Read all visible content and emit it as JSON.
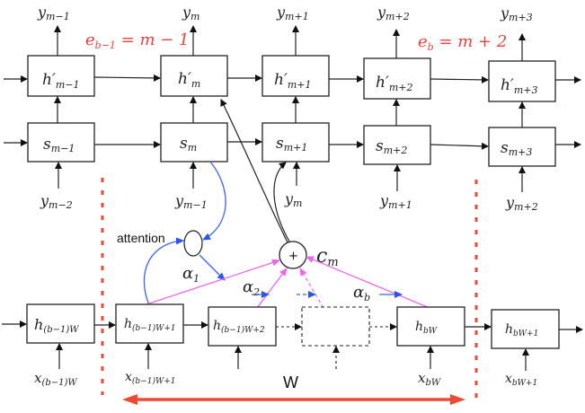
{
  "decoder_outputs": [
    {
      "base": "y",
      "sub": "m−1"
    },
    {
      "base": "y",
      "sub": "m"
    },
    {
      "base": "y",
      "sub": "m+1"
    },
    {
      "base": "y",
      "sub": "m+2"
    },
    {
      "base": "y",
      "sub": "m+3"
    }
  ],
  "hprime_nodes": [
    {
      "base": "h′",
      "sub": "m−1"
    },
    {
      "base": "h′",
      "sub": "m"
    },
    {
      "base": "h′",
      "sub": "m+1"
    },
    {
      "base": "h′",
      "sub": "m+2"
    },
    {
      "base": "h′",
      "sub": "m+3"
    }
  ],
  "s_nodes": [
    {
      "base": "s",
      "sub": "m−1"
    },
    {
      "base": "s",
      "sub": "m"
    },
    {
      "base": "s",
      "sub": "m+1"
    },
    {
      "base": "s",
      "sub": "m+2"
    },
    {
      "base": "s",
      "sub": "m+3"
    }
  ],
  "decoder_inputs": [
    {
      "base": "y",
      "sub": "m−2"
    },
    {
      "base": "y",
      "sub": "m−1"
    },
    {
      "base": "y",
      "sub": "m"
    },
    {
      "base": "y",
      "sub": "m+1"
    },
    {
      "base": "y",
      "sub": "m+2"
    }
  ],
  "boundaries": {
    "left": "e_{b−1} = m − 1",
    "left_base": "e",
    "left_sub": "b−1",
    "left_rest": " = m − 1",
    "right_base": "e",
    "right_sub": "b",
    "right_rest": " = m + 2"
  },
  "attention": {
    "label": "attention",
    "context_base": "c",
    "context_sub": "m",
    "sum_symbol": "+",
    "weights": [
      {
        "base": "α",
        "sub": "1"
      },
      {
        "base": "α",
        "sub": "2"
      },
      {
        "base": "α",
        "sub": "b"
      }
    ]
  },
  "encoder_nodes": [
    {
      "base": "h",
      "sub": "(b−1)W"
    },
    {
      "base": "h",
      "sub": "(b−1)W+1"
    },
    {
      "base": "h",
      "sub": "(b−1)W+2"
    },
    {
      "base": "",
      "sub": ""
    },
    {
      "base": "h",
      "sub": "bW"
    },
    {
      "base": "h",
      "sub": "bW+1"
    }
  ],
  "encoder_inputs": [
    {
      "base": "x",
      "sub": "(b−1)W"
    },
    {
      "base": "x",
      "sub": "(b−1)W+1"
    },
    {
      "base": "",
      "sub": ""
    },
    {
      "base": "",
      "sub": ""
    },
    {
      "base": "x",
      "sub": "bW"
    },
    {
      "base": "x",
      "sub": "bW+1"
    }
  ],
  "window_label": "W",
  "colors": {
    "boundary": "#ee4a30",
    "attention_flow": "#3a64f0",
    "context_flow": "#ee66ee"
  }
}
